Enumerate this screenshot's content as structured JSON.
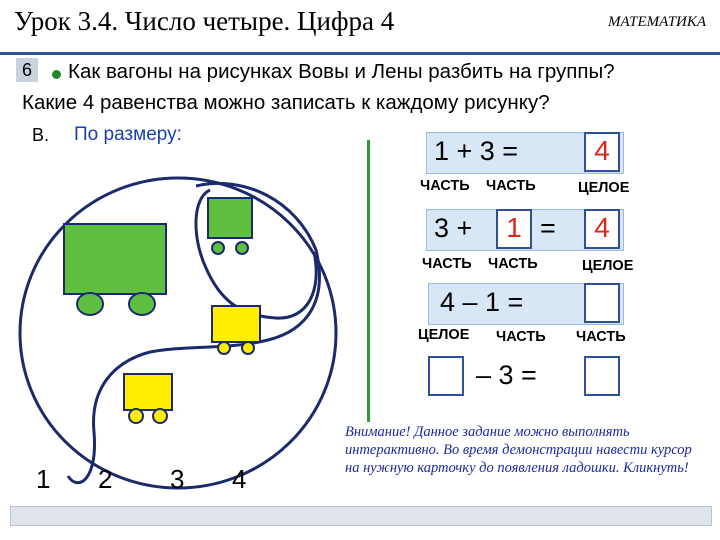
{
  "header": {
    "title": "Урок 3.4. Число четыре. Цифра 4",
    "subject": "МАТЕМАТИКА"
  },
  "slide_number": "6",
  "question": {
    "line1": "Как вагоны на рисунках Вовы и Лены разбить на группы?",
    "line2": "Какие 4 равенства можно записать к каждому рисунку?"
  },
  "criterion": {
    "label": "В.",
    "text": "По размеру:"
  },
  "equations": [
    {
      "expr": "1 + 3 =",
      "card": "4",
      "labels": [
        "ЧАСТЬ",
        "ЧАСТЬ",
        "ЦЕЛОЕ"
      ]
    },
    {
      "a": "3 +",
      "card_mid": "1",
      "eq": "=",
      "card": "4",
      "labels": [
        "ЧАСТЬ",
        "ЧАСТЬ",
        "ЦЕЛОЕ"
      ]
    },
    {
      "expr": "4 – 1 =",
      "card": "",
      "labels": [
        "ЦЕЛОЕ",
        "ЧАСТЬ",
        "ЧАСТЬ"
      ]
    },
    {
      "card_first": "",
      "expr": "– 3 =",
      "card": ""
    }
  ],
  "number_cards": [
    "1",
    "2",
    "3",
    "4"
  ],
  "note": "Внимание!       Данное задание можно выполнять интерактивно.  Во время демонстрации навести курсор на  нужную карточку до появления ладошки. Кликнуть!",
  "colors": {
    "green_wagon": "#5fbf3f",
    "yellow_wagon": "#ffee00",
    "accent_blue": "#1a3fb0",
    "card_red": "#d8281a"
  }
}
